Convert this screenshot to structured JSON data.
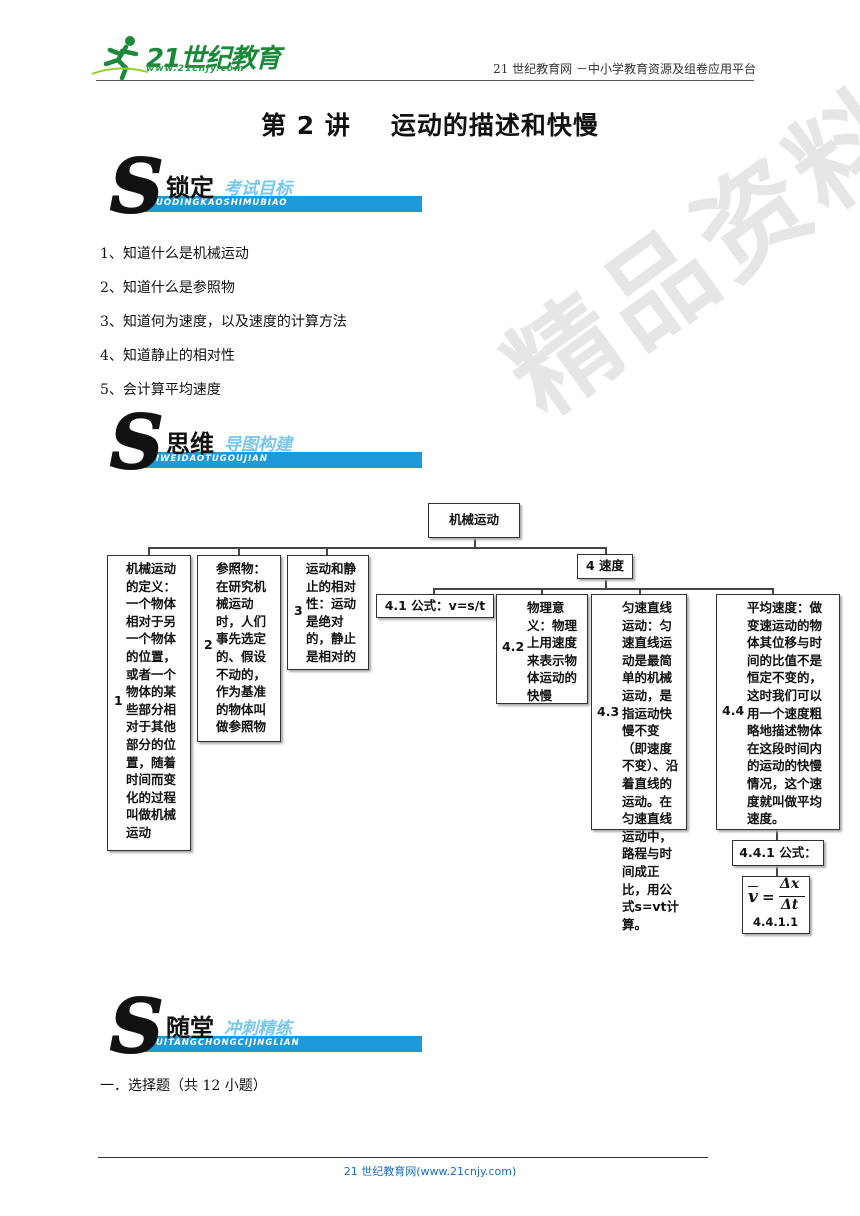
{
  "header": {
    "logo_text": "21世纪教育",
    "logo_url": "www.21cnjy.com",
    "site_tag": "21 世纪教育网 －中小学教育资源及组卷应用平台"
  },
  "title": {
    "lecture": "第 2 讲",
    "topic": "运动的描述和快慢"
  },
  "banner1": {
    "main": "锁定",
    "sub": "考试目标",
    "pinyin": "UODINGKAOSHIMUBIAO"
  },
  "goals": [
    "1、知道什么是机械运动",
    "2、知道什么是参照物",
    "3、知道何为速度，以及速度的计算方法",
    "4、知道静止的相对性",
    "5、会计算平均速度"
  ],
  "banner2": {
    "main": "思维",
    "sub": "导图构建",
    "pinyin": "IWEIDAOTUGOUJIAN"
  },
  "mindmap": {
    "root": "机械运动",
    "n1_num": "1",
    "n1": "机械运动的定义：一个物体相对于另一个物体的位置，或者一个物体的某些部分相对于其他部分的位置，随着时间而变化的过程叫做机械运动",
    "n2_num": "2",
    "n2": "参照物：在研究机械运动时，人们事先选定的、假设不动的，作为基准的物体叫做参照物",
    "n3_num": "3",
    "n3": "运动和静止的相对性：运动是绝对的，静止是相对的",
    "n4": "4 速度",
    "n41": "4.1 公式：v=s/t",
    "n42_num": "4.2",
    "n42": "物理意义：物理上用速度来表示物体运动的快慢",
    "n43_num": "4.3",
    "n43": "匀速直线运动：匀速直线运动是最简单的机械运动，是指运动快慢不变（即速度不变）、沿着直线的运动。在匀速直线运动中，路程与时间成正比，用公式s=vt计算。",
    "n44_num": "4.4",
    "n44": "平均速度：做变速运动的物体其位移与时间的比值不是恒定不变的，这时我们可以用一个速度粗略地描述物体在这段时间内的运动的快慢情况，这个速度就叫做平均速度。",
    "n441": "4.4.1 公式：",
    "formula_lhs": "v",
    "formula_eq": "=",
    "formula_num": "Δx",
    "formula_den": "Δt",
    "n4411": "4.4.1.1"
  },
  "banner3": {
    "main": "随堂",
    "sub": "冲刺精练",
    "pinyin": "UITANGCHONGCIJINGLIAN"
  },
  "section_q": "一．选择题（共 12 小题）",
  "watermark": "精品资料",
  "footer": "21 世纪教育网(www.21cnjy.com)"
}
